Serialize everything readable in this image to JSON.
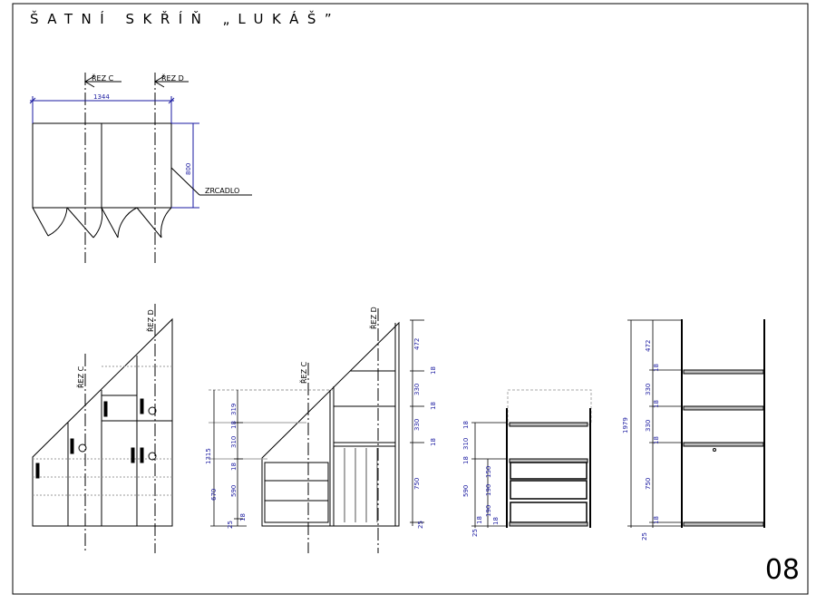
{
  "title": "ŠATNÍ   SKŘÍŇ  „LUKÁŠ”",
  "page_number": "08",
  "plan": {
    "section_c": "ŘEZ C",
    "section_d": "ŘEZ D",
    "width_dim": "1344",
    "depth_dim": "800",
    "mirror_label": "ZRCADLO"
  },
  "front_view": {
    "section_c": "ŘEZ C",
    "section_d": "ŘEZ D"
  },
  "section_c_view": {
    "section_c": "ŘEZ C",
    "section_d": "ŘEZ D",
    "dims_left": [
      "319",
      "18",
      "310",
      "18",
      "590",
      "670",
      "25",
      "18",
      "1315"
    ],
    "dims_right": [
      "472",
      "18",
      "330",
      "18",
      "330",
      "18",
      "750",
      "25"
    ]
  },
  "section_small_view": {
    "dims_left": [
      "18",
      "310",
      "18",
      "150",
      "190",
      "18",
      "190",
      "18",
      "590",
      "25"
    ]
  },
  "section_d_view": {
    "dims": [
      "472",
      "18",
      "330",
      "18",
      "330",
      "18",
      "750",
      "18",
      "25",
      "1979"
    ]
  }
}
